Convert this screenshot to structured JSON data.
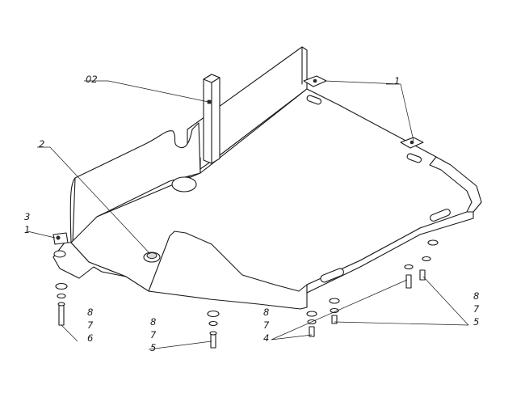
{
  "callouts": {
    "label_02": "02",
    "label_1_top": "1",
    "label_2": "2",
    "label_3": "3",
    "label_1_left": "1",
    "stack_left": {
      "a": "8",
      "b": "7",
      "c": "6"
    },
    "stack_midleft": {
      "a": "8",
      "b": "7",
      "c": "5"
    },
    "stack_mid": {
      "a": "8",
      "b": "7",
      "c": "4"
    },
    "stack_right": {
      "a": "8",
      "b": "7",
      "c": "5"
    }
  }
}
